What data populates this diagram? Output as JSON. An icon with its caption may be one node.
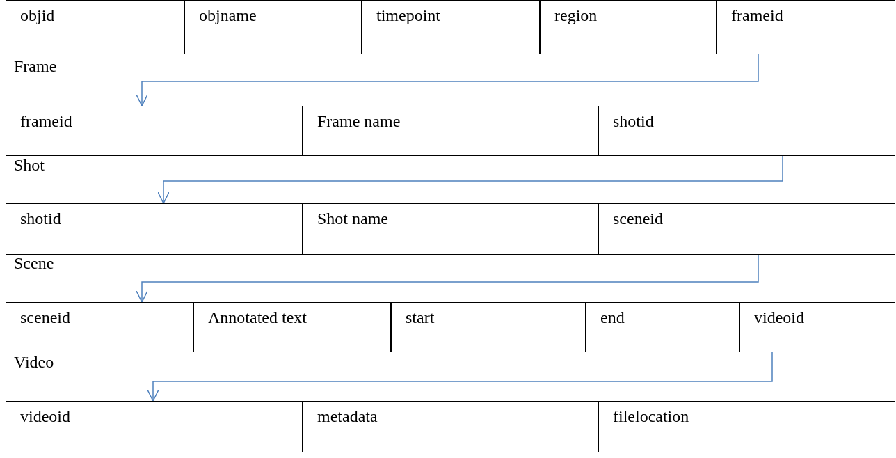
{
  "diagram": {
    "nodes": [
      {
        "text": [
          "objid"
        ]
      },
      {
        "text": [
          "objname"
        ]
      },
      {
        "text": [
          "timepoint"
        ]
      },
      {
        "text": [
          "region"
        ]
      },
      {
        "text": [
          "frameid"
        ]
      },
      {
        "text": [
          "frameid"
        ]
      },
      {
        "text": [
          "Frame name"
        ]
      },
      {
        "text": [
          "shotid"
        ]
      },
      {
        "text": [
          "shotid"
        ]
      },
      {
        "text": [
          "Shot name"
        ]
      },
      {
        "text": [
          "sceneid"
        ]
      },
      {
        "text": [
          "sceneid"
        ]
      },
      {
        "text": [
          "Annotated text"
        ]
      },
      {
        "text": [
          "start"
        ]
      },
      {
        "text": [
          "end"
        ]
      },
      {
        "text": [
          "videoid"
        ]
      },
      {
        "text": [
          "videoid"
        ]
      },
      {
        "text": [
          "metadata"
        ]
      },
      {
        "text": [
          "filelocation"
        ]
      }
    ],
    "edges": [
      {
        "from": 4,
        "to": 5,
        "arrow": "to"
      },
      {
        "from": 7,
        "to": 8,
        "arrow": "to"
      },
      {
        "from": 10,
        "to": 11,
        "arrow": "to"
      },
      {
        "from": 15,
        "to": 16,
        "arrow": "to"
      }
    ],
    "labels": [
      "Frame",
      "Shot",
      "Scene",
      "Video"
    ]
  }
}
